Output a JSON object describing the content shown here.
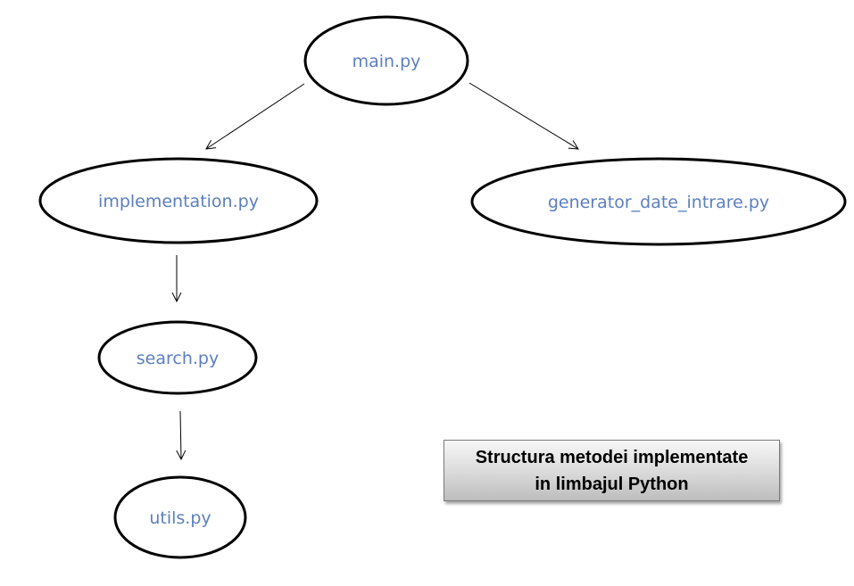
{
  "nodes": {
    "main": {
      "label": "main.py"
    },
    "implementation": {
      "label": "implementation.py"
    },
    "generator": {
      "label": "generator_date_intrare.py"
    },
    "search": {
      "label": "search.py"
    },
    "utils": {
      "label": "utils.py"
    }
  },
  "edges": [
    {
      "from": "main.py",
      "to": "implementation.py"
    },
    {
      "from": "main.py",
      "to": "generator_date_intrare.py"
    },
    {
      "from": "implementation.py",
      "to": "search.py"
    },
    {
      "from": "search.py",
      "to": "utils.py"
    }
  ],
  "caption": {
    "line1": "Structura metodei implementate",
    "line2": "in limbajul Python"
  },
  "colors": {
    "node_text": "#5b7fc0",
    "node_outline": "#000000",
    "arrow": "#000000",
    "caption_text": "#000000"
  }
}
